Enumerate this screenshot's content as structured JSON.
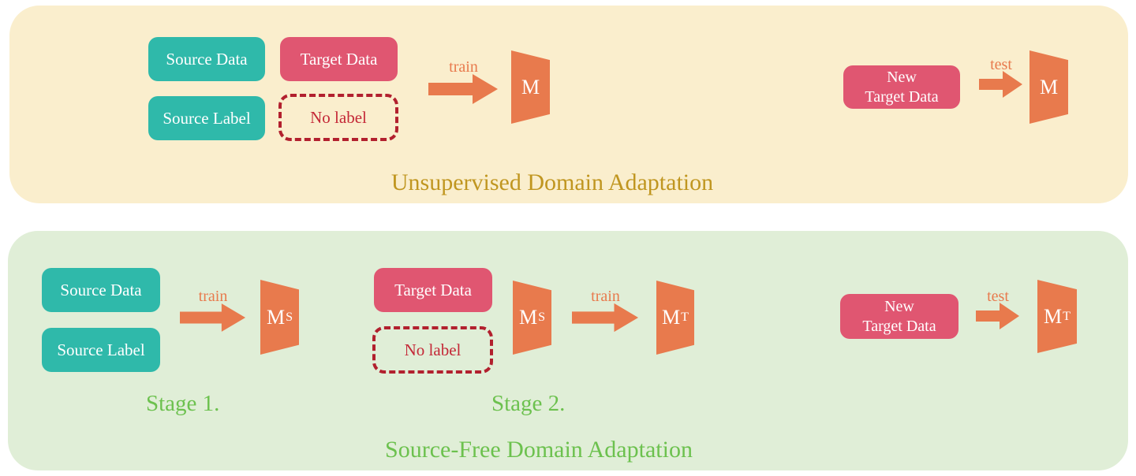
{
  "colors": {
    "page_bg": "#ffffff",
    "cream_panel": "#faeecd",
    "green_panel": "#e0eed7",
    "teal": "#2fb9aa",
    "pink": "#e05671",
    "orange": "#e87a4d",
    "dark_red": "#b2202e",
    "red_text": "#c42837",
    "gold_text": "#c09620",
    "green_text": "#6cc14e",
    "white_text": "#ffffff"
  },
  "uda": {
    "title": "Unsupervised Domain Adaptation",
    "source_data": "Source Data",
    "target_data": "Target Data",
    "source_label": "Source Label",
    "no_label": "No label",
    "train_label": "train",
    "model": "M",
    "new_target_line1": "New",
    "new_target_line2": "Target Data",
    "test_label": "test",
    "test_model": "M"
  },
  "sfda": {
    "title": "Source-Free Domain Adaptation",
    "stage1": {
      "label": "Stage 1.",
      "source_data": "Source Data",
      "source_label": "Source Label",
      "train_label": "train",
      "model_main": "M",
      "model_sub": "S"
    },
    "stage2": {
      "label": "Stage 2.",
      "target_data": "Target Data",
      "no_label": "No label",
      "model_in_main": "M",
      "model_in_sub": "S",
      "train_label": "train",
      "model_out_main": "M",
      "model_out_sub": "T"
    },
    "test": {
      "new_target_line1": "New",
      "new_target_line2": "Target Data",
      "test_label": "test",
      "model_main": "M",
      "model_sub": "T"
    }
  }
}
